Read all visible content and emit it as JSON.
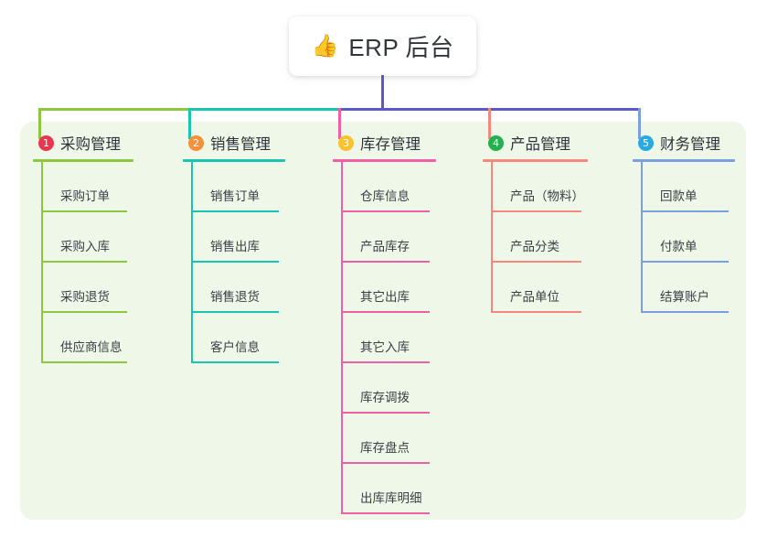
{
  "root": {
    "icon": "thumbs-up-icon",
    "icon_glyph": "👍",
    "title": "ERP 后台"
  },
  "panel": {
    "background": "#eff7e9"
  },
  "colors": {
    "purchase_line": "#8dc63f",
    "sales_line": "#19c4b0",
    "inventory_line": "#ef5fa7",
    "product_line": "#f4887f",
    "finance_line": "#7b9fe0",
    "trunk": "#5a5ac8",
    "badge1": "#e8384f",
    "badge2": "#f5903b",
    "badge3": "#f9c22e",
    "badge4": "#22b14c",
    "badge5": "#27aae1"
  },
  "columns": [
    {
      "index": "1",
      "badge_color": "#e8384f",
      "line_color": "#8dc63f",
      "title": "采购管理",
      "items": [
        {
          "label": "采购订单"
        },
        {
          "label": "采购入库"
        },
        {
          "label": "采购退货"
        },
        {
          "label": "供应商信息"
        }
      ]
    },
    {
      "index": "2",
      "badge_color": "#f5903b",
      "line_color": "#19c4b0",
      "title": "销售管理",
      "items": [
        {
          "label": "销售订单"
        },
        {
          "label": "销售出库"
        },
        {
          "label": "销售退货"
        },
        {
          "label": "客户信息"
        }
      ]
    },
    {
      "index": "3",
      "badge_color": "#f9c22e",
      "line_color": "#ef5fa7",
      "title": "库存管理",
      "items": [
        {
          "label": "仓库信息"
        },
        {
          "label": "产品库存"
        },
        {
          "label": "其它出库"
        },
        {
          "label": "其它入库"
        },
        {
          "label": "库存调拨"
        },
        {
          "label": "库存盘点"
        },
        {
          "label": "出库库明细"
        }
      ]
    },
    {
      "index": "4",
      "badge_color": "#22b14c",
      "line_color": "#f4887f",
      "title": "产品管理",
      "items": [
        {
          "label": "产品（物料）"
        },
        {
          "label": "产品分类"
        },
        {
          "label": "产品单位"
        }
      ]
    },
    {
      "index": "5",
      "badge_color": "#27aae1",
      "line_color": "#7b9fe0",
      "title": "财务管理",
      "items": [
        {
          "label": "回款单"
        },
        {
          "label": "付款单"
        },
        {
          "label": "结算账户"
        }
      ]
    }
  ]
}
